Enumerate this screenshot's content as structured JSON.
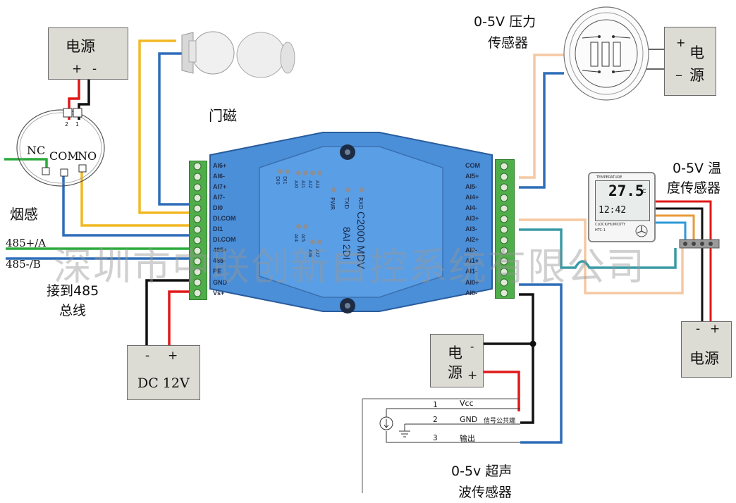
{
  "power_supply_top_left": {
    "title": "电源",
    "plus": "+",
    "minus": "-"
  },
  "smoke_sensor": {
    "label": "烟感",
    "nc": "NC",
    "com": "COM",
    "no": "NO",
    "terminal_2": "2",
    "terminal_1": "1"
  },
  "door_magnet": {
    "label": "门磁"
  },
  "bus": {
    "a_label": "485+/A",
    "b_label": "485-/B",
    "connect_text": "接到485",
    "connect_text2": "总线"
  },
  "dc_supply": {
    "minus": "-",
    "plus": "+",
    "value": "DC 12V"
  },
  "module": {
    "name": "C2000 MDV",
    "channel_text": "8AI 2DI",
    "left_pins": [
      "AI6+",
      "AI6-",
      "AI7+",
      "AI7-",
      "DI0",
      "DI.COM",
      "DI1",
      "DI.COM",
      "485+",
      "485-",
      "PE",
      "GND",
      "Vs+"
    ],
    "right_pins": [
      "COM",
      "AI5+",
      "AI5-",
      "AI4+",
      "AI4-",
      "AI3+",
      "AI3-",
      "AI2+",
      "AI2-",
      "AI1+",
      "AI1-",
      "AI0+",
      "AI0-"
    ],
    "led_labels": [
      "RXD",
      "TXD",
      "PWR"
    ],
    "di_led_labels": [
      "DI0",
      "DI1"
    ],
    "ai_led_labels": [
      "AI0",
      "AI1",
      "AI2",
      "AI3",
      "AI4",
      "AI5",
      "AI6",
      "AI7"
    ]
  },
  "pressure_sensor": {
    "line1": "0-5V 压力",
    "line2": "传感器"
  },
  "power_pressure": {
    "plus": "+",
    "char1": "电",
    "minus": "_",
    "char2": "源"
  },
  "temp_sensor": {
    "line1": "0-5V 温",
    "line2": "度传感器",
    "display_temp": "27.5",
    "unit": "°C",
    "display_small": "12:42",
    "caption_top": "TEMPERATURE",
    "caption_bottom": "CLOCK/HUMIDITY",
    "model": "HTC-1"
  },
  "power_right": {
    "minus": "-",
    "plus": "+",
    "title": "电源"
  },
  "power_mid": {
    "char1": "电",
    "char2": "源",
    "minus": "-",
    "plus": "+"
  },
  "ultrasonic": {
    "pins": [
      "1",
      "2",
      "3"
    ],
    "pin_labels": [
      "Vcc",
      "GND",
      "输出"
    ],
    "gnd_note": "信号公共端",
    "label1": "0-5v 超声",
    "label2": "波传感器"
  },
  "watermark": "深圳市中联创新自控系统有限公司",
  "colors": {
    "yellow": "#f2b824",
    "blue": "#2e6db8",
    "red": "#e01818",
    "black": "#111111",
    "green": "#2caa3c",
    "peach": "#f5c8a2",
    "teal": "#3a9aa6",
    "module": "#4a8fd8",
    "terminal": "#5db85a"
  }
}
